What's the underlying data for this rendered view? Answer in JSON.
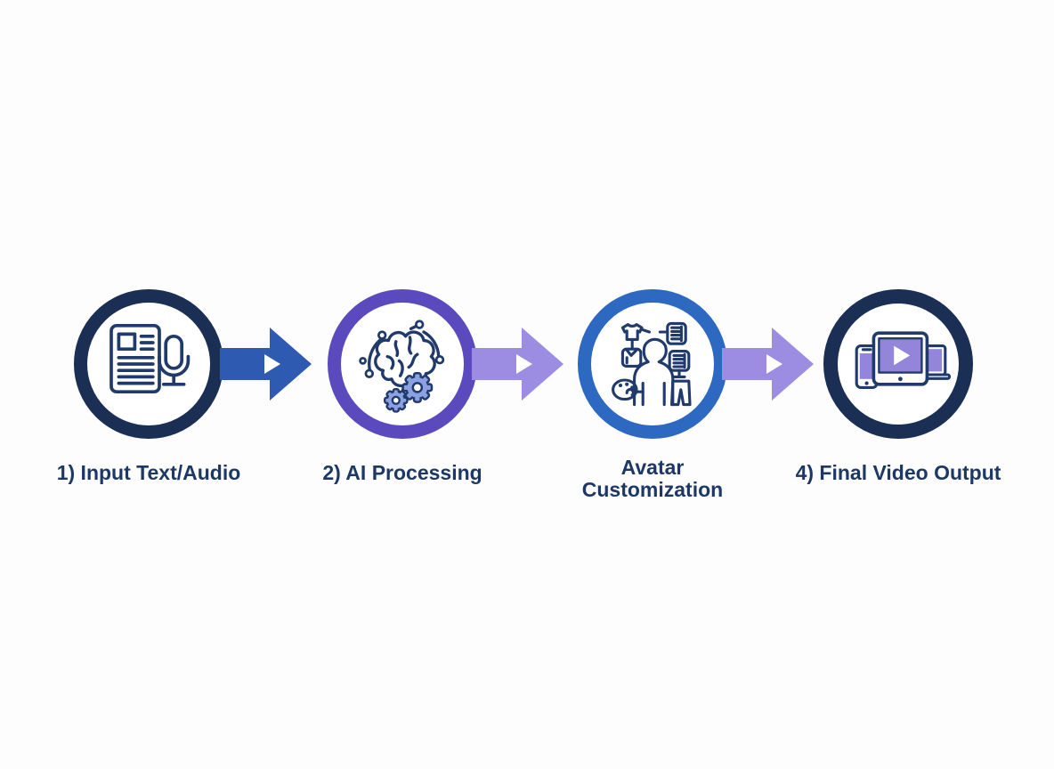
{
  "diagram": {
    "type": "process-flow",
    "steps": [
      {
        "label": "1) Input Text/Audio",
        "icon": "document-microphone-icon",
        "ring_color": "#1b2e54"
      },
      {
        "label": "2) AI Processing",
        "icon": "brain-gears-icon",
        "ring_color": "#5b4abe"
      },
      {
        "label": "Avatar Customization",
        "icon": "avatar-customization-icon",
        "ring_color": "#2d68c1"
      },
      {
        "label": "4) Final Video Output",
        "icon": "multi-device-video-icon",
        "ring_color": "#1b2e54"
      }
    ],
    "arrows": [
      {
        "icon": "right-block-arrow-icon",
        "color": "#2f5ab1"
      },
      {
        "icon": "right-block-arrow-icon",
        "color": "#9d8de2"
      },
      {
        "icon": "right-block-arrow-icon",
        "color": "#9d8de2"
      }
    ],
    "colors": {
      "background": "#fdfdfe",
      "text_color": "#1e3865",
      "icon_stroke": "#213a6c",
      "screen_purple": "#9285da",
      "gear_fill": "#8da0e2"
    }
  }
}
